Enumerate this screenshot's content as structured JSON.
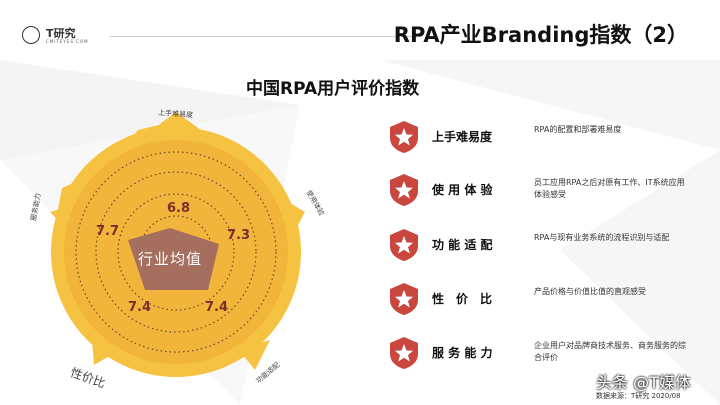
{
  "logo": {
    "name": "T研究",
    "sub": "CMITEYES.COM"
  },
  "page_title": "RPA产业Branding指数（2）",
  "section_title": "中国RPA用户评价指数",
  "radar": {
    "center_label": "行业均值",
    "axes": [
      {
        "label": "上手难易度",
        "score": "6.8"
      },
      {
        "label": "使用体验",
        "score": "7.3"
      },
      {
        "label": "功能适配",
        "score": "7.4"
      },
      {
        "label": "性价比",
        "score": "7.4"
      },
      {
        "label": "服务能力",
        "score": "7.7"
      }
    ]
  },
  "legend": [
    {
      "name": "上手难易度",
      "desc": "RPA的配置和部署难易度"
    },
    {
      "name": "使 用 体 验",
      "desc": "员工应用RPA之后对原有工作、IT系统应用体验感受"
    },
    {
      "name": "功 能 适 配",
      "desc": "RPA与现有业务系统的流程识别与适配"
    },
    {
      "name": "性　价　比",
      "desc": "产品价格与价值比值的直观感受"
    },
    {
      "name": "服 务 能 力",
      "desc": "企业用户对品牌商技术服务、商务服务的综合评价"
    }
  ],
  "footer": {
    "watermark": "头条 @T媒体",
    "source": "数据来源：T研究 2020/08"
  },
  "colors": {
    "star": "#f5c242",
    "ring_dark": "#e8a93a",
    "pentagon": "#a06a60",
    "badge": "#c9473f",
    "score": "#7a2e2e"
  }
}
